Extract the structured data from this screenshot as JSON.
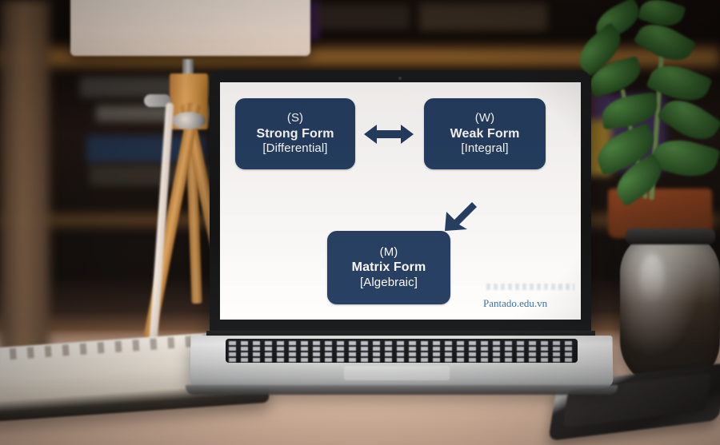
{
  "photo": {
    "description": "Blurred photograph of a laptop on a wooden desk in a dim room",
    "objects": {
      "lamp": "tripod-lamp",
      "plant": "potted-plant",
      "jar": "glass-jar",
      "phone": "smartphone",
      "notebook": "open-notebook",
      "laptop": "silver-laptop",
      "bookshelf": "background-bookshelf"
    },
    "colors": {
      "desk": "#e3bda4",
      "background": "#0b0807",
      "lamp_shade": "#f6e7dc",
      "lamp_wood": "#e0a760",
      "laptop_body": "#d9dadb",
      "laptop_bezel": "#0a0c0e"
    }
  },
  "diagram": {
    "title": "Strong Form / Weak Form / Matrix Form relationship",
    "background": "#ffffff",
    "node_color": "#1e3a60",
    "node_text_color": "#ffffff",
    "nodes": [
      {
        "id": "strong",
        "tag": "(S)",
        "name": "Strong Form",
        "kind": "[Differential]"
      },
      {
        "id": "weak",
        "tag": "(W)",
        "name": "Weak Form",
        "kind": "[Integral]"
      },
      {
        "id": "matrix",
        "tag": "(M)",
        "name": "Matrix Form",
        "kind": "[Algebraic]"
      }
    ],
    "arrows": [
      {
        "id": "strong-weak",
        "icon": "double-headed-horizontal-arrow",
        "direction": "bidirectional",
        "from": "strong",
        "to": "weak",
        "color": "#1e3a60"
      },
      {
        "id": "weak-matrix",
        "icon": "diagonal-down-left-arrow",
        "direction": "one-way",
        "from": "weak",
        "to": "matrix",
        "color": "#1e3a60"
      }
    ],
    "watermark": {
      "text": "Pantado.edu.vn",
      "color": "#2e6da4"
    }
  }
}
